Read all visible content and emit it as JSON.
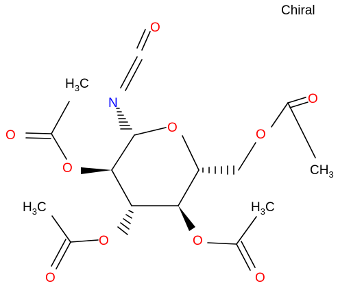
{
  "label": "Chiral",
  "colors": {
    "bond": "#000000",
    "carbon": "#000000",
    "oxygen": "#ff0000",
    "nitrogen": "#0000ff"
  },
  "atoms": {
    "isocyanate_O": "O",
    "isocyanate_N": "N",
    "ring_O": "O",
    "ester_O_left": "O",
    "carbonyl_O_left": "O",
    "methyl_left": {
      "main": "H",
      "sub": "3",
      "tail": "C"
    },
    "ester_O_c6": "O",
    "carbonyl_O_c6": "O",
    "methyl_c6": {
      "main": "CH",
      "sub": "3"
    },
    "ester_O_c3": "O",
    "carbonyl_O_c3": "O",
    "methyl_c3": {
      "main": "H",
      "sub": "3",
      "tail": "C"
    },
    "ester_O_c4": "O",
    "carbonyl_O_c4": "O",
    "methyl_c4": {
      "main": "H",
      "sub": "3",
      "tail": "C"
    }
  }
}
